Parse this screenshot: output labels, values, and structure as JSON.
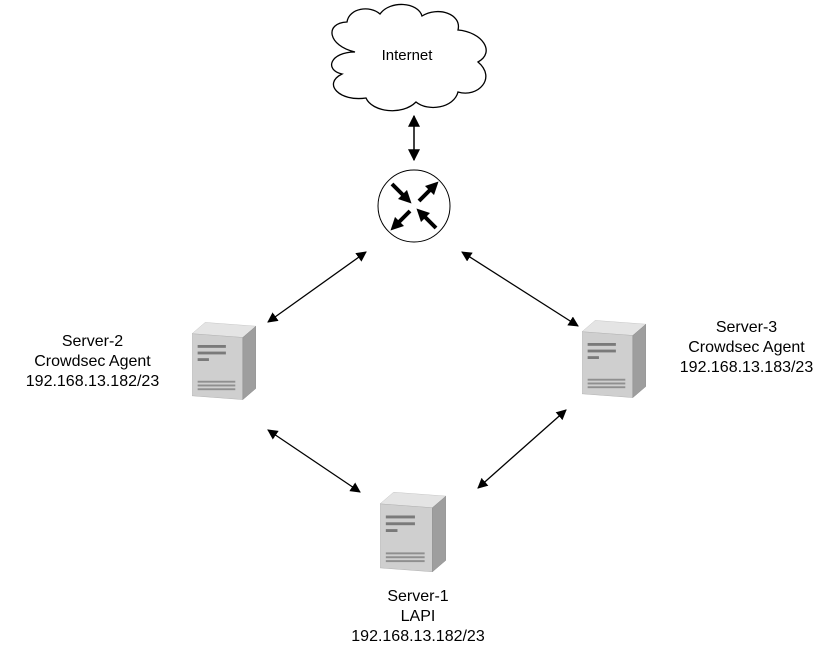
{
  "internet": {
    "label": "Internet"
  },
  "servers": [
    {
      "name": "Server-2",
      "role": "Crowdsec Agent",
      "ip": "192.168.13.182/23"
    },
    {
      "name": "Server-3",
      "role": "Crowdsec Agent",
      "ip": "192.168.13.183/23"
    },
    {
      "name": "Server-1",
      "role": "LAPI",
      "ip": "192.168.13.182/23"
    }
  ],
  "colors": {
    "line": "#000000",
    "cloud_stroke": "#000000",
    "cloud_fill": "#ffffff",
    "router_fill": "#ffffff",
    "server_front": "#cfcfcf",
    "server_side": "#9e9e9e",
    "server_top": "#e4e4e4",
    "server_detail": "#7a7a7a"
  },
  "icons": {
    "cloud": "cloud-icon",
    "router": "router-icon",
    "server": "server-icon"
  }
}
